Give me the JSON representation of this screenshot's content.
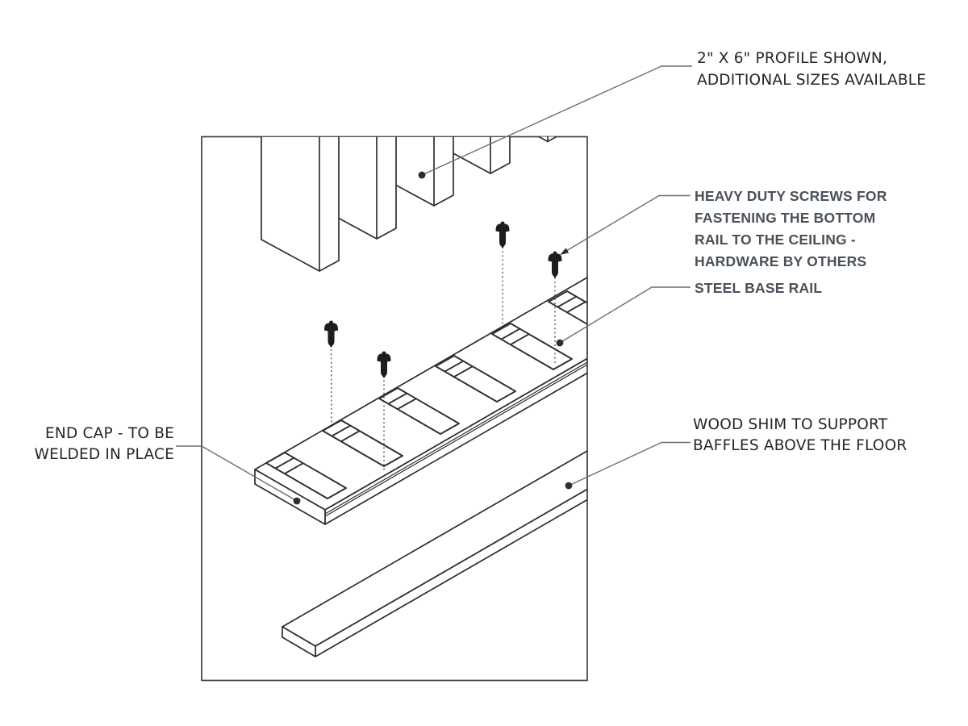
{
  "title": "Baffle steel base rail installation detail",
  "colors": {
    "background": "#ffffff",
    "line": "#2e2e2e",
    "leader": "#6e6e6e",
    "annotation_primary": "#262626",
    "annotation_secondary": "#4a5159"
  },
  "annotations": {
    "profile": {
      "text": "2\" X 6\" PROFILE SHOWN,\nADDITIONAL SIZES AVAILABLE"
    },
    "screws": {
      "text": "HEAVY DUTY SCREWS FOR\nFASTENING THE BOTTOM\nRAIL TO THE CEILING -\nHARDWARE BY OTHERS"
    },
    "rail": {
      "text": "STEEL BASE RAIL"
    },
    "shim": {
      "text": "WOOD SHIM TO SUPPORT\nBAFFLES ABOVE THE FLOOR"
    },
    "endcap": {
      "text": "END CAP - TO BE\nWELDED IN PLACE"
    }
  }
}
